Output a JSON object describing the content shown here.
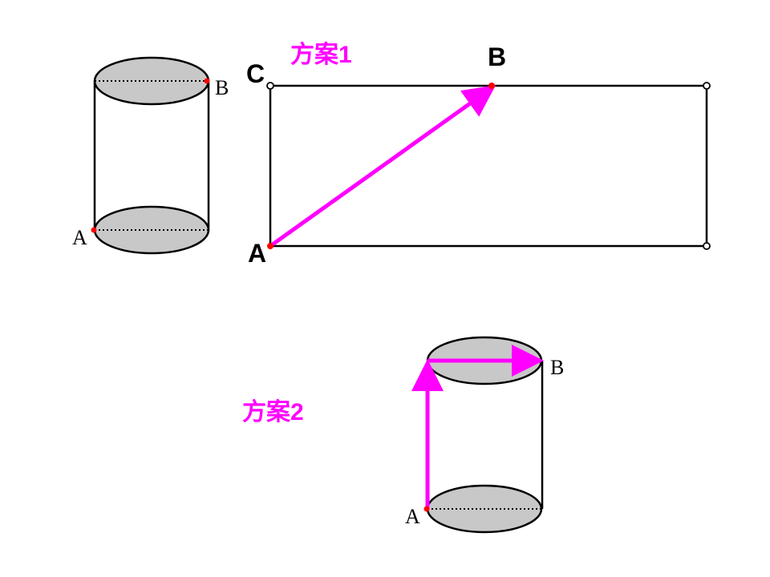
{
  "colors": {
    "accent": "#ff00ff",
    "point": "#ff0000",
    "cap_fill": "#c8c8c8",
    "stroke": "#000000",
    "background": "#ffffff"
  },
  "plan1": {
    "title": "方案1",
    "rect_label_c": "C",
    "rect_label_b": "B",
    "rect_label_a": "A"
  },
  "plan2": {
    "title": "方案2"
  },
  "cylinder_top": {
    "label_a": "A",
    "label_b": "B"
  },
  "cylinder_bottom": {
    "label_a": "A",
    "label_b": "B"
  }
}
